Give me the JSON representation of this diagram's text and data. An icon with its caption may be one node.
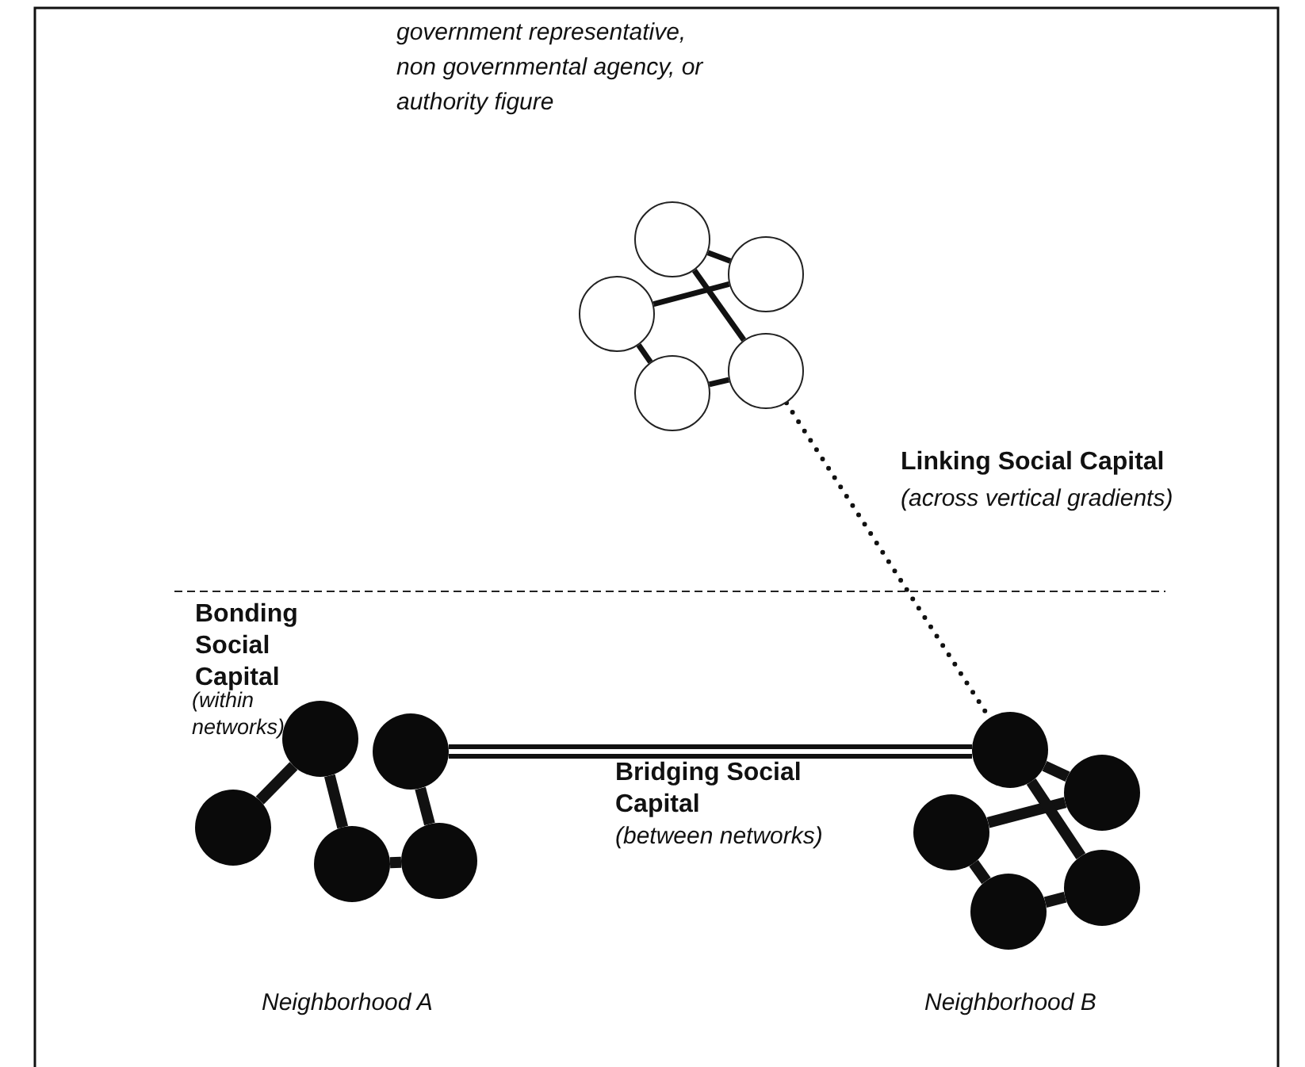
{
  "diagram": {
    "nodes": [
      {
        "text": [],
        "shape": "circle"
      },
      {
        "text": [],
        "shape": "circle"
      },
      {
        "text": [],
        "shape": "circle"
      },
      {
        "text": [],
        "shape": "circle"
      },
      {
        "text": [],
        "shape": "circle"
      },
      {
        "text": [],
        "shape": "circle"
      },
      {
        "text": [],
        "shape": "circle"
      },
      {
        "text": [],
        "shape": "circle"
      },
      {
        "text": [],
        "shape": "circle"
      },
      {
        "text": [],
        "shape": "circle"
      },
      {
        "text": [],
        "shape": "circle"
      },
      {
        "text": [],
        "shape": "circle"
      },
      {
        "text": [],
        "shape": "circle"
      },
      {
        "text": [],
        "shape": "circle"
      },
      {
        "text": [],
        "shape": "circle"
      }
    ],
    "edges": [
      {
        "from": 0,
        "to": 1,
        "arrow": "none"
      },
      {
        "from": 2,
        "to": 1,
        "arrow": "none"
      },
      {
        "from": 0,
        "to": 4,
        "arrow": "none"
      },
      {
        "from": 2,
        "to": 3,
        "arrow": "none"
      },
      {
        "from": 3,
        "to": 4,
        "arrow": "none"
      },
      {
        "from": 4,
        "to": 11,
        "arrow": "none",
        "style": "dashed"
      },
      {
        "from": 5,
        "to": 6,
        "arrow": "none"
      },
      {
        "from": 6,
        "to": 7,
        "arrow": "none"
      },
      {
        "from": 7,
        "to": 9,
        "arrow": "none"
      },
      {
        "from": 8,
        "to": 9,
        "arrow": "none"
      },
      {
        "from": 8,
        "to": 11,
        "arrow": "none"
      },
      {
        "from": 10,
        "to": 12,
        "arrow": "none"
      },
      {
        "from": 11,
        "to": 12,
        "arrow": "none"
      },
      {
        "from": 11,
        "to": 14,
        "arrow": "none"
      },
      {
        "from": 10,
        "to": 13,
        "arrow": "none"
      },
      {
        "from": 13,
        "to": 14,
        "arrow": "none"
      }
    ],
    "labels": [
      "government representative, non governmental agency, or authority figure",
      "Linking Social Capital",
      "(across vertical gradients)",
      "Bonding Social Capital",
      "(within networks)",
      "Bridging Social Capital",
      "(between networks)",
      "Neighborhood A",
      "Neighborhood B"
    ]
  }
}
